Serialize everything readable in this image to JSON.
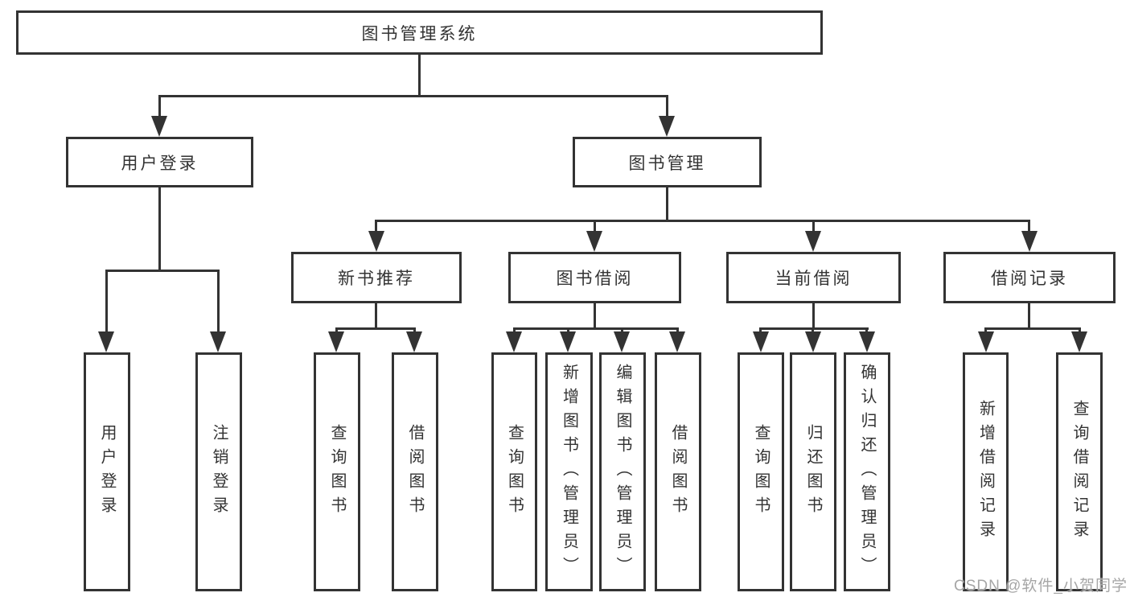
{
  "colors": {
    "line": "#333333",
    "box_border": "#333333",
    "box_background": "#ffffff",
    "text": "#333333",
    "watermark": "#a6a6a6"
  },
  "tree": {
    "root": {
      "label": "图书管理系统"
    },
    "branches": [
      {
        "label": "用户登录",
        "children": [
          {
            "label": "用户登录"
          },
          {
            "label": "注销登录"
          }
        ]
      },
      {
        "label": "图书管理",
        "children": [
          {
            "label": "新书推荐",
            "children": [
              {
                "label": "查询图书"
              },
              {
                "label": "借阅图书"
              }
            ]
          },
          {
            "label": "图书借阅",
            "children": [
              {
                "label": "查询图书"
              },
              {
                "label": "新增图书（管理员）"
              },
              {
                "label": "编辑图书（管理员）"
              },
              {
                "label": "借阅图书"
              }
            ]
          },
          {
            "label": "当前借阅",
            "children": [
              {
                "label": "查询图书"
              },
              {
                "label": "归还图书"
              },
              {
                "label": "确认归还（管理员）"
              }
            ]
          },
          {
            "label": "借阅记录",
            "children": [
              {
                "label": "新增借阅记录"
              },
              {
                "label": "查询借阅记录"
              }
            ]
          }
        ]
      }
    ]
  },
  "watermark": "CSDN @软件_小贺同学"
}
